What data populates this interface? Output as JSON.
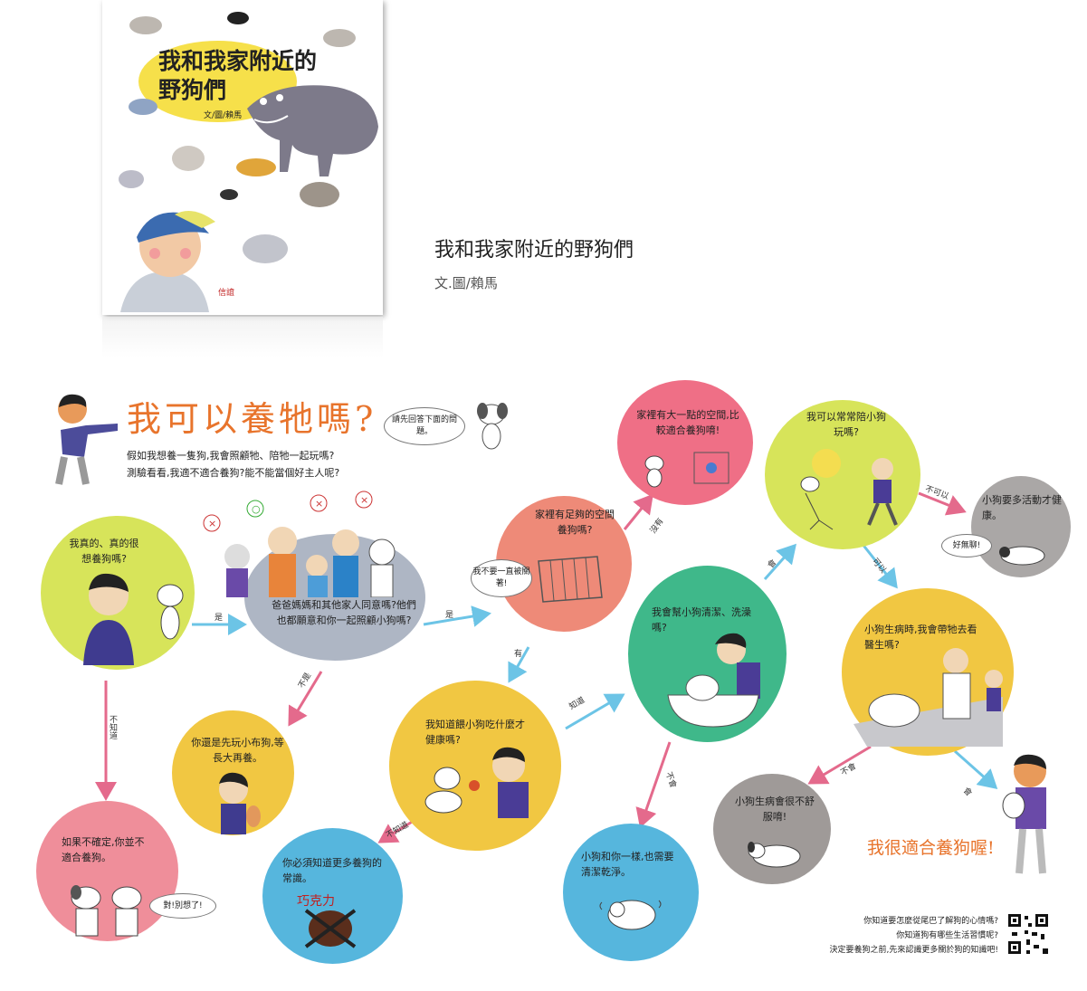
{
  "cover": {
    "title_line1": "我和我家附近的",
    "title_line2": "野狗們",
    "byline": "文/圖/賴馬",
    "publisher": "信誼"
  },
  "book": {
    "title": "我和我家附近的野狗們",
    "author": "文.圖/賴馬"
  },
  "quiz": {
    "heading": "我可以養牠嗎?",
    "intro_line1": "假如我想養一隻狗,我會照顧牠、陪牠一起玩嗎?",
    "intro_line2": "測驗看看,我適不適合養狗?能不能當個好主人呢?",
    "dog_speech": "請先回答下面的問題。"
  },
  "nodes": {
    "q1": "我真的、真的很想養狗嗎?",
    "q2": "爸爸媽媽和其他家人同意嗎?他們也都願意和你一起照顧小狗嗎?",
    "q3": "家裡有足夠的空間養狗嗎?",
    "q3_speech": "我不要一直被關著!",
    "q4": "家裡有大一點的空間,比較適合養狗唷!",
    "q5": "我可以常常陪小狗玩嗎?",
    "q6": "小狗要多活動才健康。",
    "q6_speech": "好無聊!",
    "q7": "我會幫小狗清潔、洗澡嗎?",
    "q8": "小狗生病時,我會帶牠去看醫生嗎?",
    "q9": "你還是先玩小布狗,等長大再養。",
    "q10": "如果不確定,你並不適合養狗。",
    "q10_speech": "對!別想了!",
    "q11": "我知道餵小狗吃什麼才健康嗎?",
    "q12": "你必須知道更多養狗的常識。",
    "q12_choc": "巧克力",
    "q13": "小狗和你一樣,也需要清潔乾淨。",
    "q14": "小狗生病會很不舒服唷!"
  },
  "labels": {
    "yes": "是",
    "no": "不是",
    "unknown": "不知道",
    "have": "有",
    "none": "沒有",
    "know": "知道",
    "dont_know": "不知道",
    "will": "會",
    "wont": "不會",
    "can": "可以",
    "cannot": "不可以"
  },
  "result": "我很適合養狗喔!",
  "footer": {
    "line1": "你知道要怎麼從尾巴了解狗的心情嗎?",
    "line2": "你知道狗有哪些生活習慣呢?",
    "line3": "決定要養狗之前,先來認識更多關於狗的知識吧!"
  },
  "colors": {
    "lime": "#d7e45a",
    "slate": "#aeb6c4",
    "salmon": "#ee8a78",
    "pink": "#ef6f86",
    "green": "#3fb88a",
    "yellow": "#f1c742",
    "gray": "#9f9a98",
    "sky": "#56b6dd",
    "arrow_blue": "#6cc4e6",
    "arrow_pink": "#e46a8c",
    "orange": "#e8742c"
  }
}
